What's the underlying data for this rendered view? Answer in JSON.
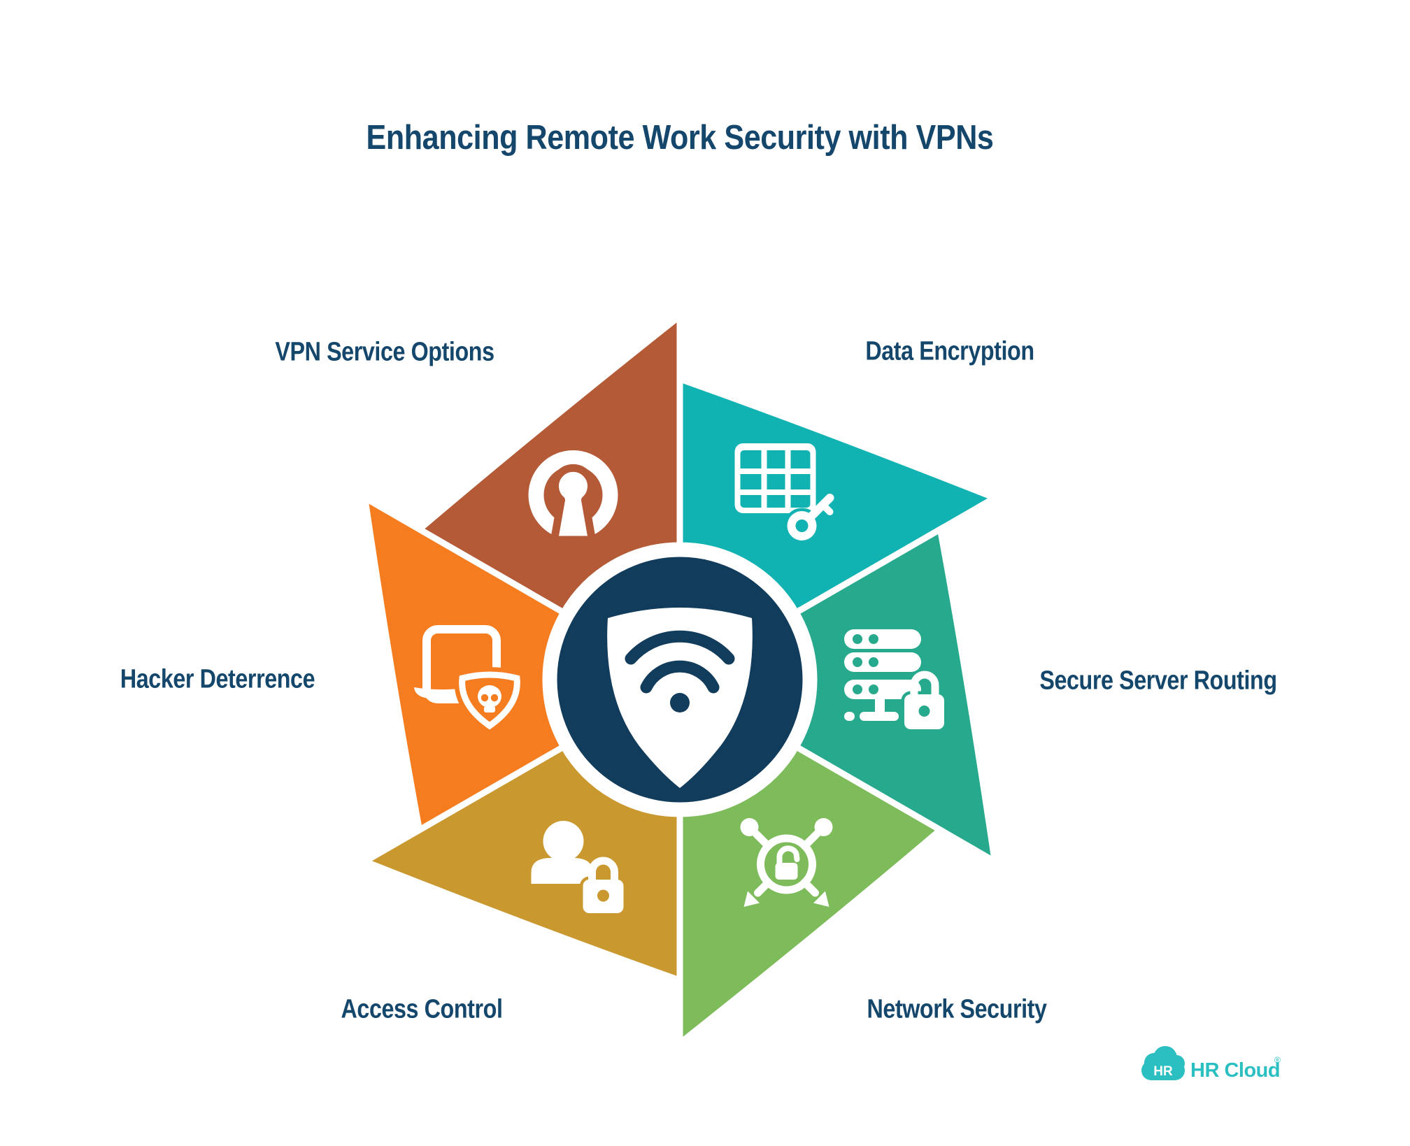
{
  "title": "Enhancing Remote Work Security with VPNs",
  "colors": {
    "background": "#FFFFFF",
    "text": "#14476B",
    "center_circle": "#123C5B",
    "logo_teal": "#2BBFC1"
  },
  "center": {
    "icon": "wifi-shield"
  },
  "segments": [
    {
      "id": "vpn-service-options",
      "label": "VPN Service Options",
      "color": "#B45A37",
      "icon": "openvpn",
      "tip_angle": 90
    },
    {
      "id": "data-encryption",
      "label": "Data Encryption",
      "color": "#10B3B1",
      "icon": "table-key",
      "tip_angle": 30
    },
    {
      "id": "secure-server-routing",
      "label": "Secure Server Routing",
      "color": "#26A98C",
      "icon": "server-lock",
      "tip_angle": -30
    },
    {
      "id": "network-security",
      "label": "Network Security",
      "color": "#7EBB5A",
      "icon": "network-lock",
      "tip_angle": 270
    },
    {
      "id": "access-control",
      "label": "Access Control",
      "color": "#C9982F",
      "icon": "person-lock",
      "tip_angle": 210
    },
    {
      "id": "hacker-deterrence",
      "label": "Hacker Deterrence",
      "color": "#F57D20",
      "icon": "laptop-skull",
      "tip_angle": 150
    }
  ],
  "logo": {
    "badge": "HR",
    "text": "HR Cloud",
    "reg": "®"
  }
}
